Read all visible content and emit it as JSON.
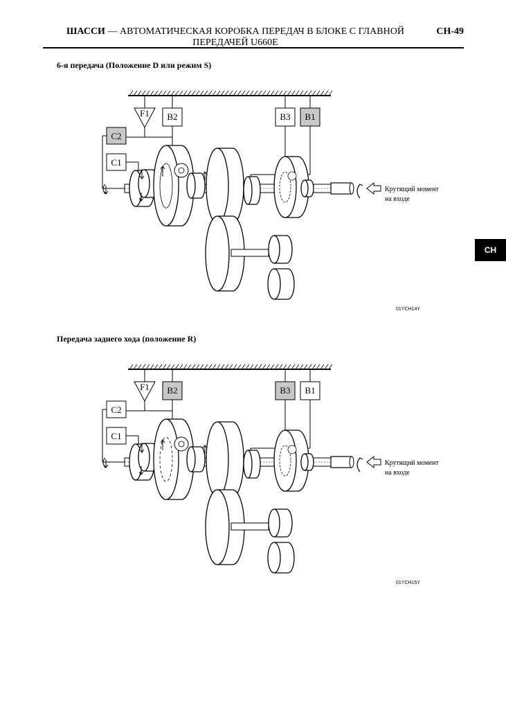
{
  "header": {
    "title_bold": "ШАССИ",
    "title_rest": " — АВТОМАТИЧЕСКАЯ КОРОБКА ПЕРЕДАЧ В БЛОКЕ С ГЛАВНОЙ",
    "title_line2": "ПЕРЕДАЧЕЙ U660E",
    "page": "CH-49"
  },
  "side_tab": "CH",
  "figures": [
    {
      "title": "6-я передача (Положение D или режим S)",
      "code": "01YCH14Y",
      "labels": {
        "f1": "F1",
        "b2": "B2",
        "b3": "B3",
        "b1": "B1",
        "c2": "C2",
        "c1": "C1"
      },
      "engaged": [
        "c2",
        "b1"
      ],
      "torque_label_1": "Крутящий момент",
      "torque_label_2": "на входе"
    },
    {
      "title": "Передача заднего хода (положение R)",
      "code": "01YCH15Y",
      "labels": {
        "f1": "F1",
        "b2": "B2",
        "b3": "B3",
        "b1": "B1",
        "c2": "C2",
        "c1": "C1"
      },
      "engaged": [
        "b2",
        "b3"
      ],
      "torque_label_1": "Крутящий момент",
      "torque_label_2": "на входе"
    }
  ],
  "colors": {
    "engaged_fill": "#c8c8c8",
    "line": "#000000"
  }
}
